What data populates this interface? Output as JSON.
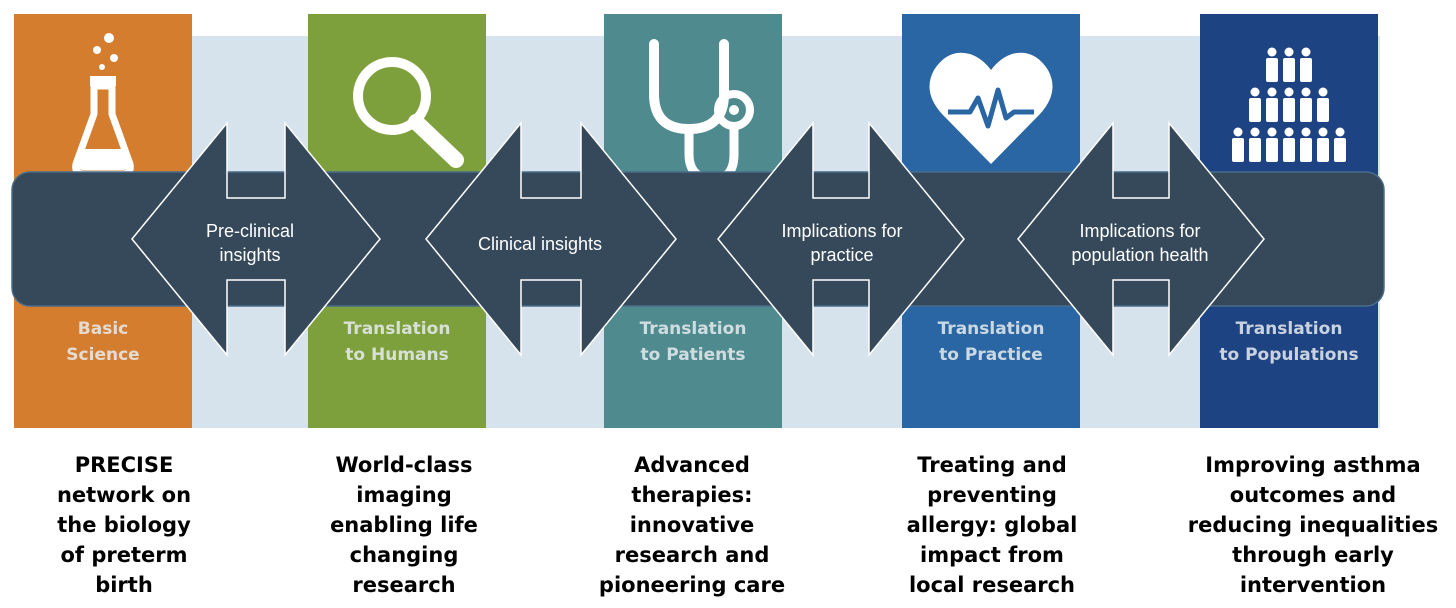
{
  "columns": [
    {
      "line1": "Basic",
      "line2": "Science",
      "color": "#d57d2e",
      "icon": "flask-icon"
    },
    {
      "line1": "Translation",
      "line2": "to Humans",
      "color": "#7ea03c",
      "icon": "magnifier-icon"
    },
    {
      "line1": "Translation",
      "line2": "to Patients",
      "color": "#4f8a8e",
      "icon": "stethoscope-icon"
    },
    {
      "line1": "Translation",
      "line2": "to Practice",
      "color": "#2a66a3",
      "icon": "heart-pulse-icon"
    },
    {
      "line1": "Translation",
      "line2": "to Populations",
      "color": "#1d4382",
      "icon": "population-icon"
    }
  ],
  "insights": [
    {
      "line1": "Pre-clinical",
      "line2": "insights"
    },
    {
      "line1": "Clinical insights",
      "line2": ""
    },
    {
      "line1": "Implications for",
      "line2": "practice"
    },
    {
      "line1": "Implications for",
      "line2": "population health"
    }
  ],
  "captions": [
    {
      "lines": [
        "PRECISE",
        "network on",
        "the biology",
        "of preterm",
        "birth"
      ]
    },
    {
      "lines": [
        "World-class",
        "imaging",
        "enabling life",
        "changing",
        "research"
      ]
    },
    {
      "lines": [
        "Advanced",
        "therapies:",
        "innovative",
        "research and",
        "pioneering care"
      ]
    },
    {
      "lines": [
        "Treating and",
        "preventing",
        "allergy: global",
        "impact from",
        "local research"
      ]
    },
    {
      "lines": [
        "Improving asthma",
        "outcomes and",
        "reducing inequalities",
        "through early",
        "intervention"
      ]
    }
  ],
  "colors": {
    "band": "#35495a",
    "background_band": "#d6e3ec",
    "arrow_outline": "#ffffff"
  }
}
